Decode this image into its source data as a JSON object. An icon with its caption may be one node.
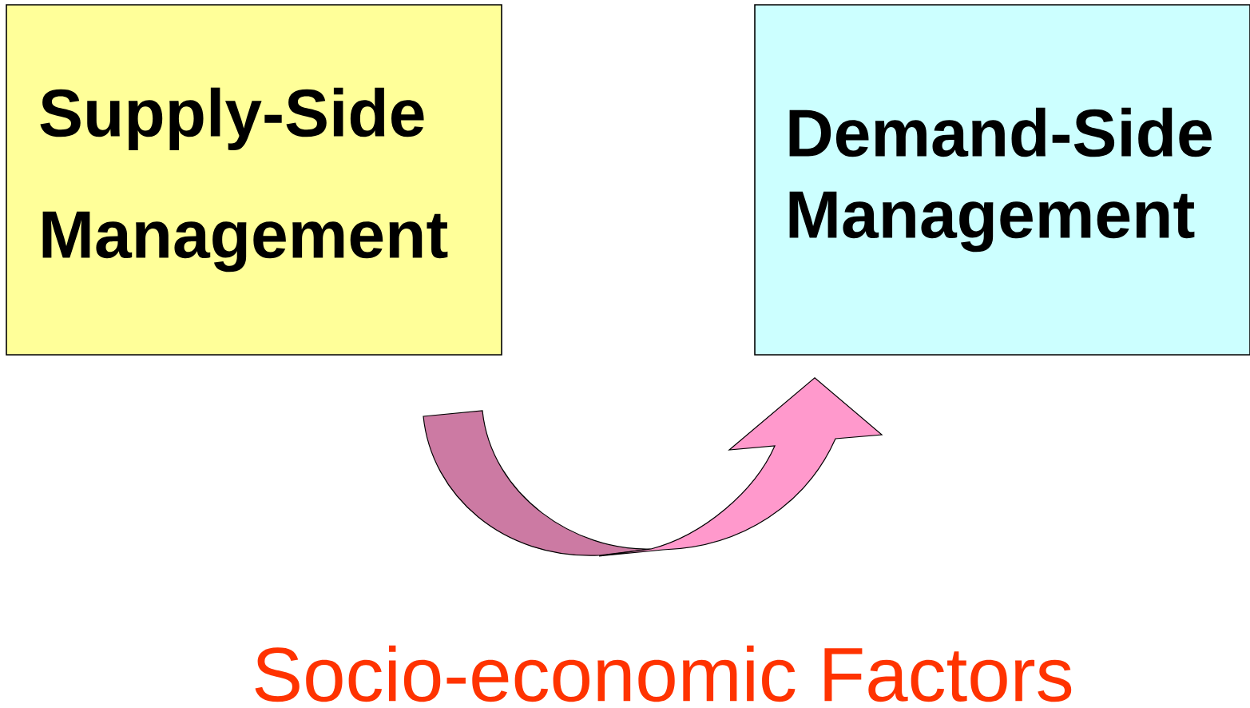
{
  "diagram": {
    "nodes": [
      {
        "text": [
          "Supply-Side Management"
        ]
      },
      {
        "text": [
          "Demand-Side Management"
        ]
      }
    ],
    "edges": [
      {
        "from": 0,
        "to": 1,
        "arrow": "to"
      }
    ],
    "labels": [
      "Socio-economic Factors"
    ]
  }
}
